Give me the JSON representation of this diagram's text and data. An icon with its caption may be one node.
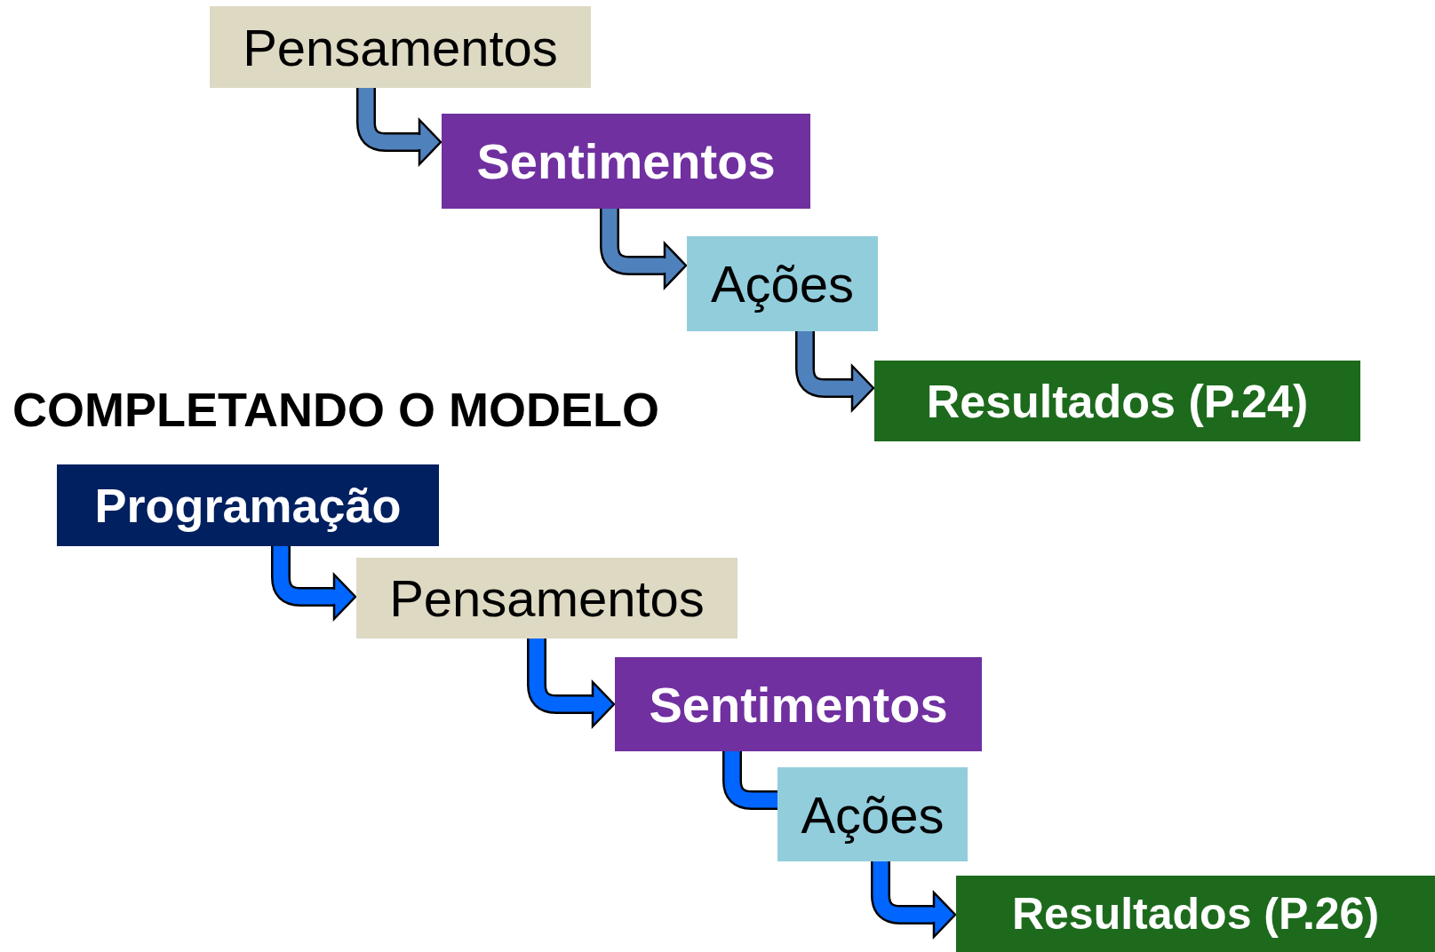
{
  "diagram": {
    "title": "COMPLETANDO O MODELO",
    "nodes": [
      {
        "text": [
          "Pensamentos"
        ]
      },
      {
        "text": [
          "Sentimentos"
        ]
      },
      {
        "text": [
          "Ações"
        ]
      },
      {
        "text": [
          "Resultados (P.24)"
        ]
      },
      {
        "text": [
          "Programação"
        ]
      },
      {
        "text": [
          "Pensamentos"
        ]
      },
      {
        "text": [
          "Sentimentos"
        ]
      },
      {
        "text": [
          "Ações"
        ]
      },
      {
        "text": [
          "Resultados (P.26)"
        ]
      }
    ],
    "edges": [
      {
        "from": 0,
        "to": 1,
        "arrow": "to",
        "color": "#4f81bd"
      },
      {
        "from": 1,
        "to": 2,
        "arrow": "to",
        "color": "#4f81bd"
      },
      {
        "from": 2,
        "to": 3,
        "arrow": "to",
        "color": "#4f81bd"
      },
      {
        "from": 4,
        "to": 5,
        "arrow": "to"
      },
      {
        "from": 5,
        "to": 6,
        "arrow": "to"
      },
      {
        "from": 6,
        "to": 7,
        "arrow": "none"
      },
      {
        "from": 7,
        "to": 8,
        "arrow": "to"
      }
    ]
  }
}
